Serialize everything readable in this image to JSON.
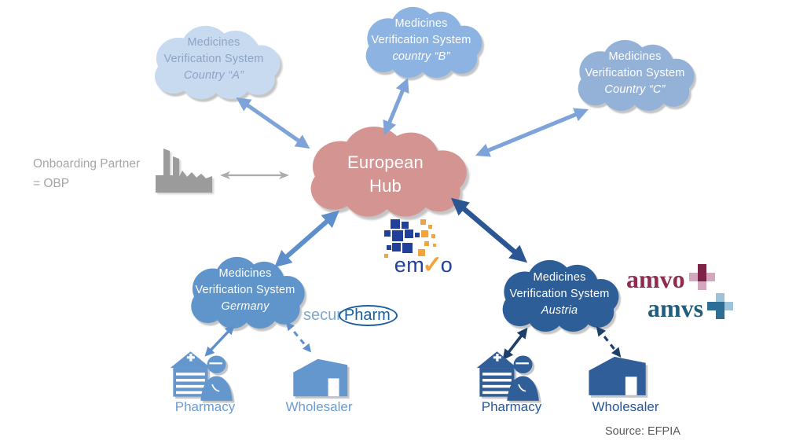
{
  "clouds": {
    "country_a": {
      "line1": "Medicines",
      "line2": "Verification System",
      "line3": "Country “A”"
    },
    "country_b": {
      "line1": "Medicines",
      "line2": "Verification System",
      "line3": "country “B”"
    },
    "country_c": {
      "line1": "Medicines",
      "line2": "Verification System",
      "line3": "Country “C”"
    },
    "hub": {
      "line1": "European",
      "line2": "Hub"
    },
    "germany": {
      "line1": "Medicines",
      "line2": "Verification System",
      "line3": "Germany"
    },
    "austria": {
      "line1": "Medicines",
      "line2": "Verification System",
      "line3": "Austria"
    }
  },
  "annotations": {
    "onboarding_line1": "Onboarding Partner",
    "onboarding_line2": "= OBP",
    "source": "Source: EFPIA"
  },
  "actors": {
    "pharmacy_de": "Pharmacy",
    "wholesaler_de": "Wholesaler",
    "pharmacy_at": "Pharmacy",
    "wholesaler_at": "Wholesaler"
  },
  "logos": {
    "emvo": {
      "prefix": "em",
      "check": "✓",
      "suffix": "o"
    },
    "securpharm": {
      "part1": "secur",
      "part2": "Pharm"
    },
    "amvo": "amvo",
    "amvs": "amvs"
  },
  "colors": {
    "cloud_country_a": "#c8daf0",
    "cloud_country_b": "#8db3e2",
    "cloud_country_c": "#94b2d7",
    "hub_pink": "#d49492",
    "cloud_germany": "#6095cb",
    "cloud_austria": "#2e5e97",
    "arrow_light_blue": "#7da3d9",
    "arrow_medium_blue": "#5c8fcb",
    "arrow_dark_blue": "#2a5794",
    "arrow_navy": "#1d3f6b",
    "arrow_gray": "#ababab",
    "icon_gray": "#9b9b9b",
    "icon_blue_de": "#6597cf",
    "icon_blue_at": "#2f5e99",
    "emvo_blue": "#21409a",
    "emvo_orange": "#f2a33c",
    "securpharm_light": "#7fa8d0",
    "securpharm_dark": "#1b5fa0",
    "amvo_maroon": "#8e2b4e",
    "amvo_pink": "#d3a8bf",
    "amvs_teal": "#205d7e",
    "amvs_light": "#9dc3da"
  }
}
